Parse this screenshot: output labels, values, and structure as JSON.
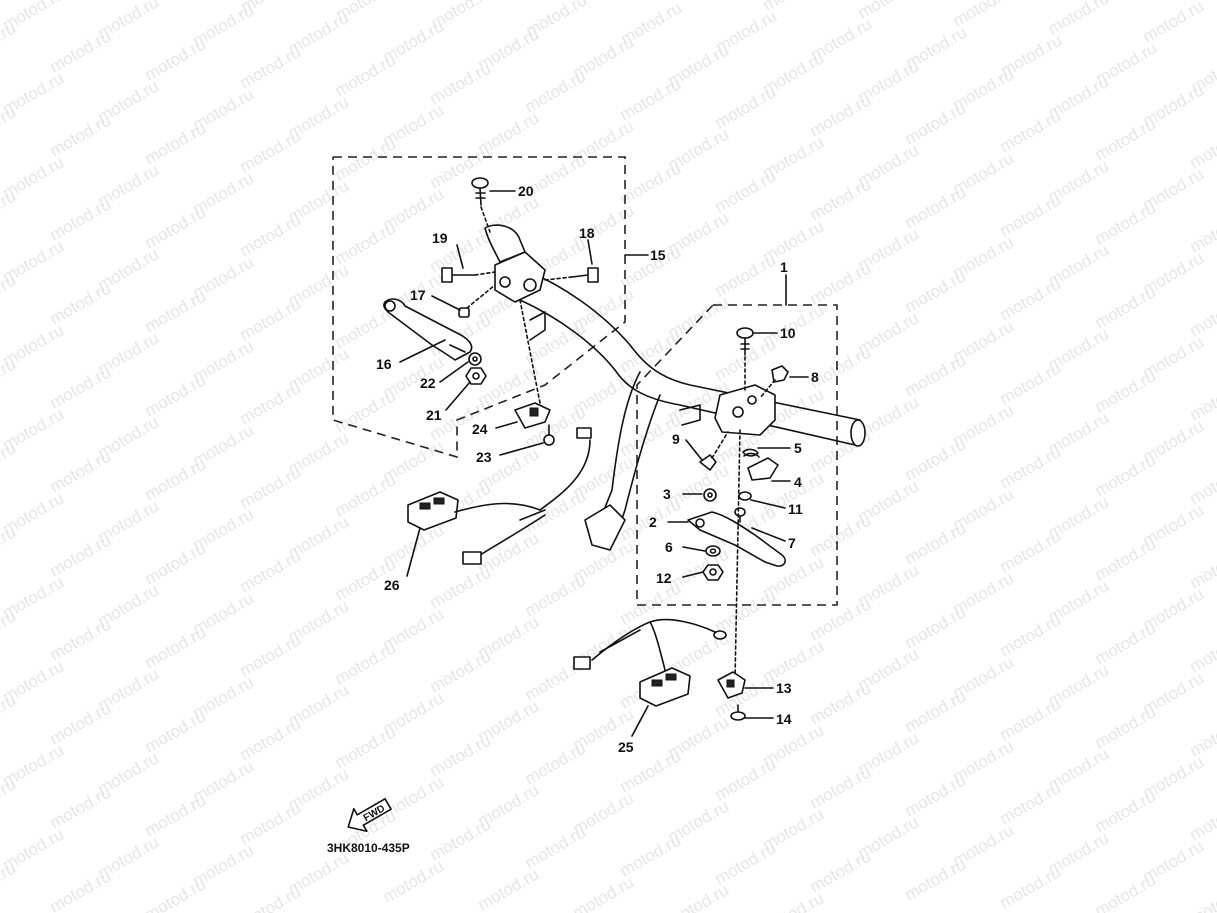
{
  "watermark": "motod.ru",
  "drawing_code": "3HK8010-435P",
  "fwd_label": "FWD",
  "callouts": [
    "1",
    "2",
    "3",
    "4",
    "5",
    "6",
    "7",
    "8",
    "9",
    "10",
    "11",
    "12",
    "13",
    "14",
    "15",
    "16",
    "17",
    "18",
    "19",
    "20",
    "21",
    "22",
    "23",
    "24",
    "25",
    "26"
  ]
}
